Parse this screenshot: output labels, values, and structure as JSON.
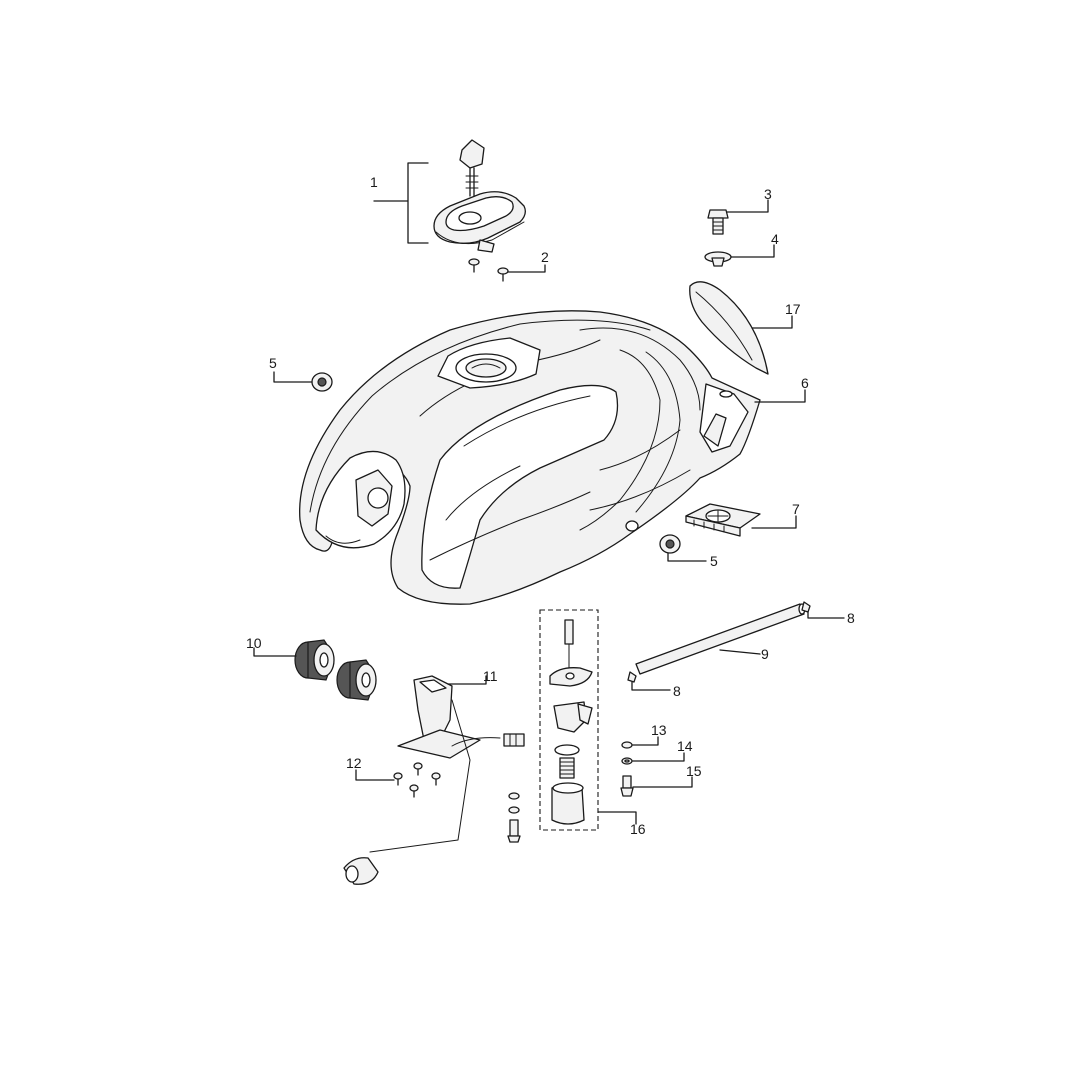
{
  "callouts": {
    "c1": "1",
    "c2": "2",
    "c3": "3",
    "c4": "4",
    "c5a": "5",
    "c5b": "5",
    "c6": "6",
    "c7": "7",
    "c8a": "8",
    "c8b": "8",
    "c9": "9",
    "c10": "10",
    "c11": "11",
    "c12": "12",
    "c13": "13",
    "c14": "14",
    "c15": "15",
    "c16": "16",
    "c17": "17"
  },
  "colors": {
    "line": "#1a1a1a",
    "fill": "#f2f2f2",
    "background": "#ffffff"
  }
}
